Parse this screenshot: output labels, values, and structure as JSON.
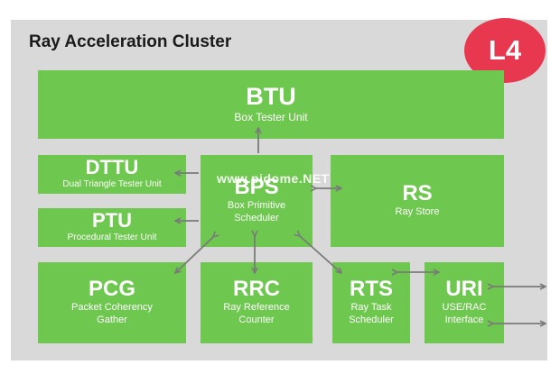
{
  "title": "Ray Acceleration Cluster",
  "badge": "L4",
  "watermark": "www.pidome.NET",
  "colors": {
    "panel": "#d9d9d9",
    "box": "#6ec74e",
    "badge": "#e8384f",
    "arrow": "#7a7a7a"
  },
  "blocks": {
    "btu": {
      "abbr": "BTU",
      "full": "Box Tester Unit"
    },
    "dttu": {
      "abbr": "DTTU",
      "full": "Dual Triangle Tester Unit"
    },
    "ptu": {
      "abbr": "PTU",
      "full": "Procedural Tester Unit"
    },
    "bps": {
      "abbr": "BPS",
      "full1": "Box Primitive",
      "full2": "Scheduler"
    },
    "rs": {
      "abbr": "RS",
      "full": "Ray Store"
    },
    "pcg": {
      "abbr": "PCG",
      "full1": "Packet Coherency",
      "full2": "Gather"
    },
    "rrc": {
      "abbr": "RRC",
      "full1": "Ray Reference",
      "full2": "Counter"
    },
    "rts": {
      "abbr": "RTS",
      "full1": "Ray Task",
      "full2": "Scheduler"
    },
    "uri": {
      "abbr": "URI",
      "full1": "USE/RAC",
      "full2": "Interface"
    }
  }
}
